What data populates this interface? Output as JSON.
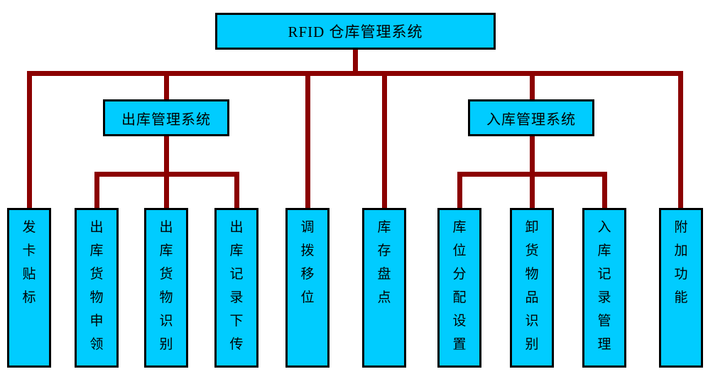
{
  "diagram": {
    "root": {
      "label": "RFID 仓库管理系统"
    },
    "branches": [
      {
        "label": "出库管理系统"
      },
      {
        "label": "入库管理系统"
      }
    ],
    "leaves": [
      {
        "label": "发卡贴标"
      },
      {
        "label": "出库货物申领"
      },
      {
        "label": "出库货物识别"
      },
      {
        "label": "出库记录下传"
      },
      {
        "label": "调拨移位"
      },
      {
        "label": "库存盘点"
      },
      {
        "label": "库位分配设置"
      },
      {
        "label": "卸货物品识别"
      },
      {
        "label": "入库记录管理"
      },
      {
        "label": "附加功能"
      }
    ],
    "colors": {
      "box_fill": "#00CCFF",
      "box_border": "#000000",
      "connector": "#8B0000",
      "background": "#FFFFFF"
    }
  }
}
